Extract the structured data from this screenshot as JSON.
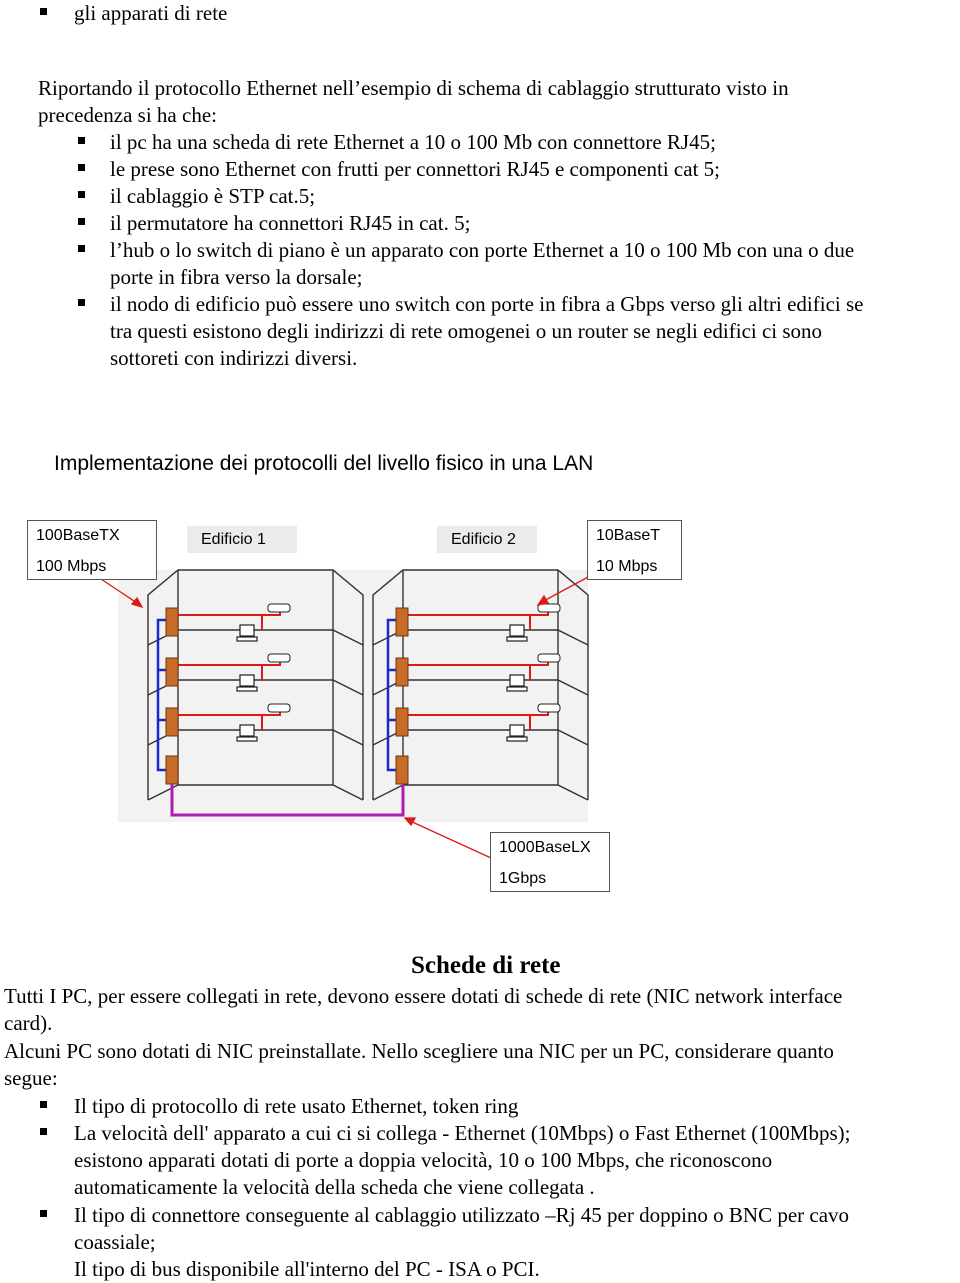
{
  "top_item": "gli apparati di rete",
  "intro": {
    "line1": "Riportando il protocollo Ethernet nell’esempio di schema di cablaggio strutturato visto in",
    "line2": "precedenza si ha che:"
  },
  "list1": [
    "il pc ha una scheda di rete Ethernet a 10 o 100 Mb con connettore RJ45;",
    "le prese sono Ethernet con frutti per connettori RJ45 e componenti cat 5;",
    "il cablaggio è STP cat.5;",
    "il permutatore ha connettori RJ45 in cat. 5;",
    "l’hub o lo switch di piano è un apparato con porte Ethernet a 10 o 100 Mb con una o due",
    "porte in fibra verso la dorsale;",
    "il nodo di edificio può essere uno switch con porte in fibra a Gbps verso gli altri edifici se",
    "tra questi esistono degli indirizzi di rete omogenei o un router se negli edifici ci sono",
    "sottoreti con indirizzi diversi."
  ],
  "diagram": {
    "title": "Implementazione dei protocolli del livello fisico in una LAN",
    "box_left": {
      "line1": "100BaseTX",
      "line2": "100 Mbps"
    },
    "building1": "Edificio 1",
    "building2": "Edificio 2",
    "box_right": {
      "line1": "10BaseT",
      "line2": "10 Mbps"
    },
    "box_bottom": {
      "line1": "1000BaseLX",
      "line2": "1Gbps"
    },
    "colors": {
      "red": "#e01818",
      "blue": "#1c28c8",
      "magenta": "#b01cb0",
      "outline": "#444444",
      "fill": "#f2f2f2"
    }
  },
  "section": {
    "heading": "Schede di rete",
    "p1_line1": "Tutti I PC, per essere collegati in rete, devono essere dotati di schede di rete (NIC network interface",
    "p1_line2": "card).",
    "p2_line1": "Alcuni PC sono dotati di NIC preinstallate. Nello scegliere una NIC per un PC, considerare quanto",
    "p2_line2": "segue:",
    "list": [
      "Il tipo di protocollo di rete usato Ethernet, token ring",
      "La velocità dell' apparato a cui ci si collega - Ethernet (10Mbps) o Fast Ethernet (100Mbps);",
      "esistono apparati dotati di porte a doppia velocità, 10 o 100 Mbps, che riconoscono",
      "automaticamente la velocità della scheda che viene collegata .",
      "Il tipo di connettore conseguente al cablaggio utilizzato –Rj 45 per doppino o BNC per cavo",
      "coassiale;",
      "Il tipo di bus disponibile all'interno del PC - ISA o PCI."
    ]
  }
}
